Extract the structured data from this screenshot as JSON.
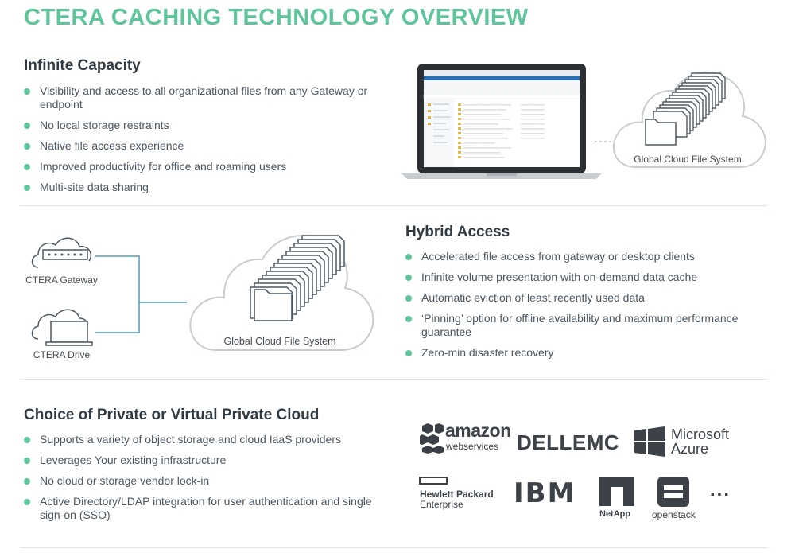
{
  "title": "CTERA CACHING TECHNOLOGY OVERVIEW",
  "section1": {
    "heading": "Infinite Capacity",
    "bullets": [
      "Visibility and access to all organizational files from any Gateway or endpoint",
      "No local storage restraints",
      "Native file access experience",
      "Improved productivity for office and roaming users",
      "Multi-site data sharing"
    ],
    "cloud_label": "Global Cloud File System"
  },
  "section2": {
    "heading": "Hybrid Access",
    "bullets": [
      "Accelerated file access from gateway or desktop clients",
      "Infinite volume presentation with on-demand data cache",
      "Automatic eviction of least recently used data",
      "‘Pinning’ option for offline availability and maximum performance guarantee",
      "Zero-min disaster recovery"
    ],
    "gateway_label": "CTERA Gateway",
    "drive_label": "CTERA Drive",
    "cloud_label": "Global Cloud File System"
  },
  "section3": {
    "heading": "Choice of Private or Virtual Private Cloud",
    "bullets": [
      "Supports a variety of object storage and cloud IaaS providers",
      "Leverages Your existing infrastructure",
      "No cloud or storage vendor lock-in",
      "Active Directory/LDAP integration for user authentication and single sign-on (SSO)"
    ],
    "logos": {
      "amazon_main": "amazon",
      "amazon_sub": "webservices",
      "dellemc": "DELLEMC",
      "microsoft": "Microsoft",
      "azure": "Azure",
      "hpe_line1": "Hewlett Packard",
      "hpe_line2": "Enterprise",
      "ibm": "IBM",
      "netapp": "NetApp",
      "openstack": "openstack",
      "more": "..."
    }
  },
  "colors": {
    "accent": "#5ec59b",
    "line": "#4a9fc0",
    "cloud": "#c8cdd1"
  }
}
